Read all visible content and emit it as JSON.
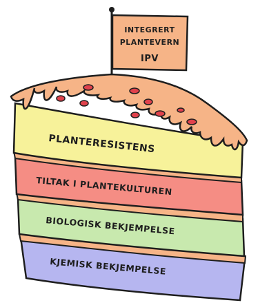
{
  "flag": {
    "line1": "INTEGRERT",
    "line2": "PLANTEVERN",
    "line3": "IPV"
  },
  "layers": [
    {
      "label": "PLANTERESISTENS",
      "color": "#f7f29a"
    },
    {
      "label": "TILTAK I PLANTEKULTUREN",
      "color": "#f58d84"
    },
    {
      "label": "BIOLOGISK BEKJEMPELSE",
      "color": "#c8e9ae"
    },
    {
      "label": "KJEMISK BEKJEMPELSE",
      "color": "#b6b6f0"
    }
  ],
  "colors": {
    "icing": "#f6b487",
    "berries": "#e0424c",
    "flag": "#f6b487",
    "outline": "#1e1e1e"
  }
}
